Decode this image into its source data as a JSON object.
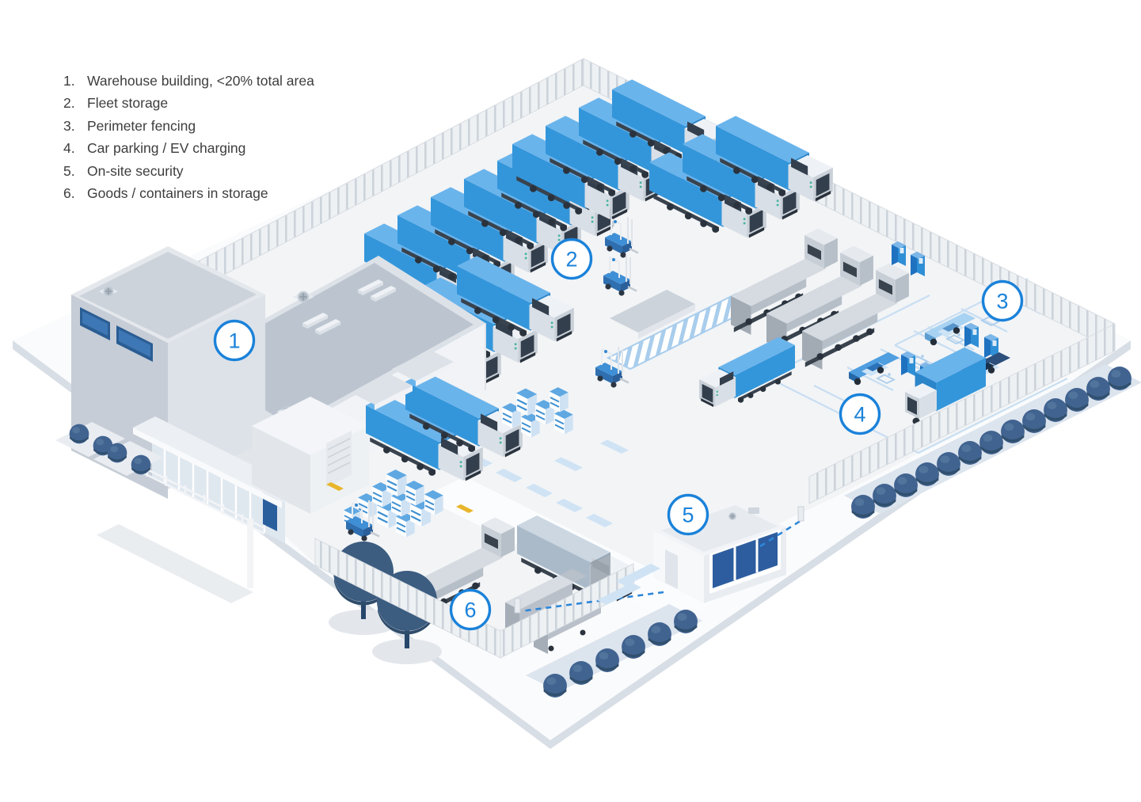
{
  "legend": {
    "items": [
      {
        "n": "1.",
        "label": "Warehouse building, <20% total area"
      },
      {
        "n": "2.",
        "label": "Fleet storage"
      },
      {
        "n": "3.",
        "label": "Perimeter fencing"
      },
      {
        "n": "4.",
        "label": "Car parking / EV charging"
      },
      {
        "n": "5.",
        "label": "On-site security"
      },
      {
        "n": "6.",
        "label": "Goods / containers in storage"
      }
    ]
  },
  "badges": {
    "labels": [
      "1",
      "2",
      "3",
      "4",
      "5",
      "6"
    ]
  },
  "colors": {
    "accent": "#1a82da",
    "fleet_blue": "#3496da",
    "light_blue": "#6ab4ec",
    "navy": "#1d3a5f",
    "foliage": "#3e5e82",
    "structure_gray": "#ccd3db",
    "ground": "#f2f4f6"
  }
}
